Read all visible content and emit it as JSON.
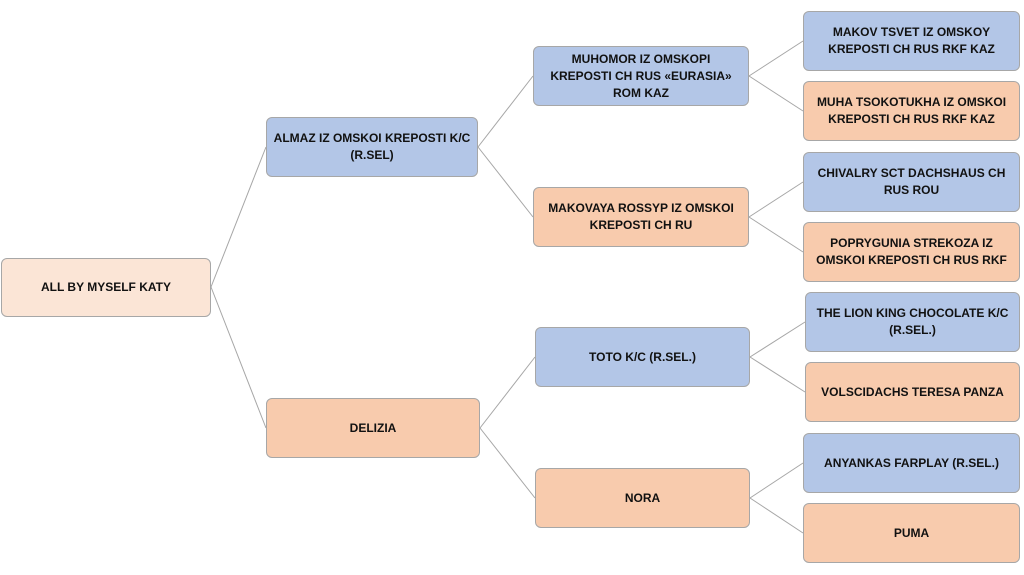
{
  "colors": {
    "sire_fill": "#b3c6e7",
    "dam_fill": "#f8cbad",
    "subject_fill": "#fbe5d6",
    "connector": "#a6a6a6"
  },
  "pedigree": {
    "subject": "ALL BY MYSELF KATY",
    "sire": "ALMAZ IZ OMSKOI KREPOSTI K/C (R.SEL)",
    "dam": "DELIZIA",
    "sire_sire": "MUHOMOR IZ OMSKOPI KREPOSTI CH RUS «EURASIA» ROM KAZ",
    "sire_dam": "MAKOVAYA ROSSYP IZ OMSKOI KREPOSTI CH RU",
    "dam_sire": "TOTO K/C (R.SEL.)",
    "dam_dam": "NORA",
    "sire_sire_sire": "MAKOV TSVET IZ OMSKOY KREPOSTI CH RUS RKF KAZ",
    "sire_sire_dam": "MUHA TSOKOTUKHA IZ OMSKOI KREPOSTI CH RUS RKF KAZ",
    "sire_dam_sire": "CHIVALRY SCT DACHSHAUS CH RUS ROU",
    "sire_dam_dam": "POPRYGUNIA STREKOZA IZ OMSKOI KREPOSTI CH RUS RKF",
    "dam_sire_sire": "THE LION KING CHOCOLATE K/C (R.SEL.)",
    "dam_sire_dam": "VOLSCIDACHS TERESA PANZA",
    "dam_dam_sire": "ANYANKAS FARPLAY (R.SEL.)",
    "dam_dam_dam": "PUMA"
  }
}
